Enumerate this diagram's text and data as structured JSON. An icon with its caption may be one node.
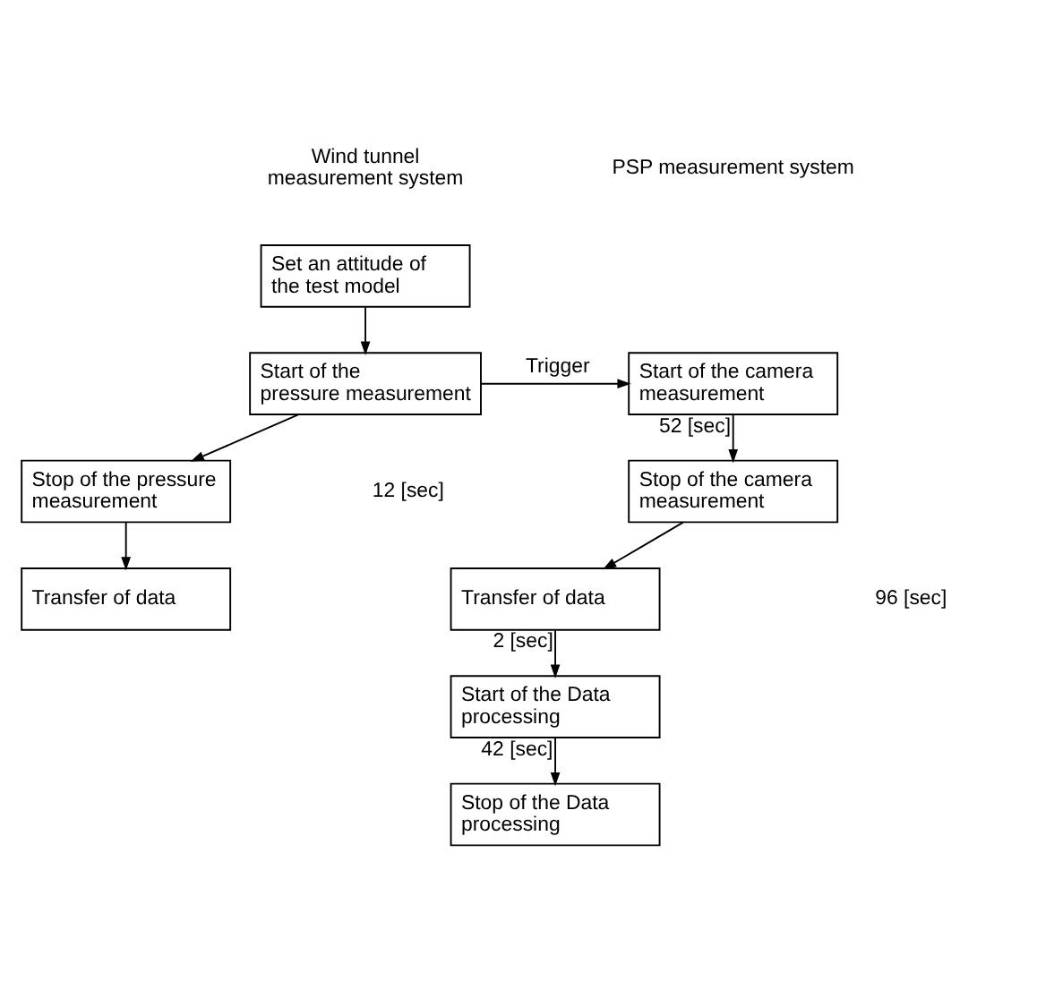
{
  "diagram": {
    "nodes": [
      {
        "text": [
          "Set an attitude of the test model"
        ]
      },
      {
        "text": [
          "Start of the pressure measurement"
        ]
      },
      {
        "text": [
          "Stop of the pressure measurement"
        ]
      },
      {
        "text": [
          "Transfer of data"
        ]
      },
      {
        "text": [
          "Start of the camera measurement"
        ]
      },
      {
        "text": [
          "Stop of the camera measurement"
        ]
      },
      {
        "text": [
          "Transfer of data"
        ]
      },
      {
        "text": [
          "Start of the Data processing"
        ]
      },
      {
        "text": [
          "Stop of the Data processing"
        ]
      }
    ],
    "edges": [
      {
        "from": 0,
        "to": 1,
        "arrow": "to"
      },
      {
        "from": 1,
        "to": 2,
        "arrow": "to"
      },
      {
        "from": 2,
        "to": 3,
        "arrow": "to"
      },
      {
        "from": 1,
        "to": 4,
        "arrow": "to",
        "label": "Trigger"
      },
      {
        "from": 4,
        "to": 5,
        "arrow": "to",
        "label": "52 [sec]"
      },
      {
        "from": 5,
        "to": 6,
        "arrow": "to"
      },
      {
        "from": 6,
        "to": 7,
        "arrow": "to",
        "label": "2 [sec]"
      },
      {
        "from": 7,
        "to": 8,
        "arrow": "to",
        "label": "42 [sec]"
      }
    ],
    "labels": [
      "Wind tunnel measurement system",
      "PSP measurement system",
      "12 [sec]",
      "96 [sec]"
    ]
  }
}
